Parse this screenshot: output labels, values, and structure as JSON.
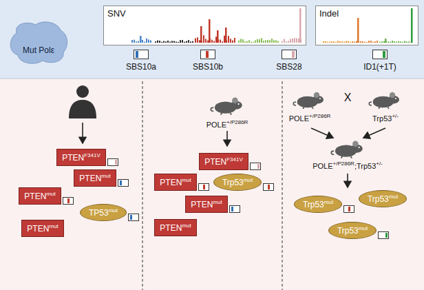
{
  "diagram": {
    "nodes": [
      {
        "text": [
          "Mut Polε"
        ]
      },
      {
        "text": [
          "SNV"
        ]
      },
      {
        "text": [
          "Indel"
        ]
      },
      {
        "text": [
          "PTEN",
          "F341V"
        ]
      },
      {
        "text": [
          "PTEN",
          "mut"
        ]
      },
      {
        "text": [
          "PTEN",
          "mut"
        ]
      },
      {
        "text": [
          "TP53",
          "mut"
        ]
      },
      {
        "text": [
          "PTEN",
          "mut"
        ]
      },
      {
        "text": [
          "PTEN",
          "F341V"
        ]
      },
      {
        "text": [
          "PTEN",
          "mut"
        ]
      },
      {
        "text": [
          "Trp53",
          "mut"
        ]
      },
      {
        "text": [
          "PTEN",
          "mut"
        ]
      },
      {
        "text": [
          "PTEN",
          "mut"
        ]
      },
      {
        "text": [
          "Trp53",
          "mut"
        ]
      },
      {
        "text": [
          "Trp53",
          "mut"
        ]
      },
      {
        "text": [
          "Trp53",
          "mut"
        ]
      }
    ],
    "labels": [
      "POLE",
      "+/P286R",
      "POLE",
      "+/P286R",
      "X",
      "Trp53",
      "+/-",
      "POLE",
      "+/P286R",
      ";Trp53",
      "+/-"
    ],
    "legend": [
      {
        "text": "SBS10a",
        "color": "#2f6fb5"
      },
      {
        "text": "SBS10b",
        "color": "#c0392b"
      },
      {
        "text": "SBS28",
        "color": "#d9a9ad"
      },
      {
        "text": "ID1(+1T)",
        "color": "#2e9a3c"
      }
    ]
  }
}
